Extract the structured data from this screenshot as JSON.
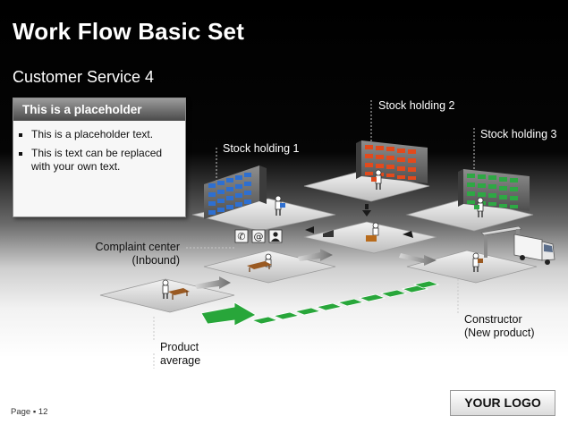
{
  "header": {
    "title": "Work Flow Basic Set",
    "subtitle": "Customer Service 4"
  },
  "placeholder": {
    "heading": "This is a placeholder",
    "bullets": [
      "This is a placeholder text.",
      "This is text can be replaced with your own text."
    ]
  },
  "labels": {
    "stock1": "Stock holding 1",
    "stock2": "Stock holding 2",
    "stock3": "Stock holding 3",
    "complaint_line1": "Complaint center",
    "complaint_line2": "(Inbound)",
    "constructor_line1": "Constructor",
    "constructor_line2": "(New product)",
    "product_line1": "Product",
    "product_line2": "average"
  },
  "footer": {
    "page": "Page ▪ 12",
    "logo": "YOUR LOGO"
  },
  "icons": [
    "phone-icon",
    "at-sign-icon",
    "person-icon",
    "truck-icon",
    "worker-icon",
    "shelf-icon",
    "arrow-icon"
  ],
  "colors": {
    "stock1_shelf": "#2e6fd0",
    "stock2_shelf": "#e24a1c",
    "stock3_shelf": "#2ea844",
    "flow_arrow": "#28a63a"
  }
}
